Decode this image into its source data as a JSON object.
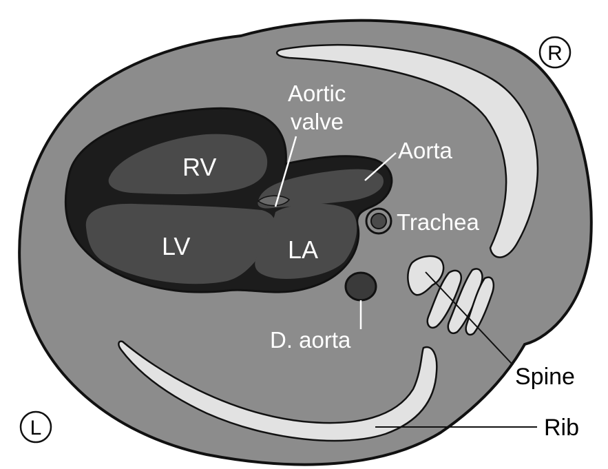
{
  "labels": {
    "rv": "RV",
    "lv": "LV",
    "la": "LA",
    "aortic_valve_line1": "Aortic",
    "aortic_valve_line2": "valve",
    "aorta": "Aorta",
    "trachea": "Trachea",
    "d_aorta": "D. aorta",
    "spine": "Spine",
    "rib": "Rib"
  },
  "orientation": {
    "right": "R",
    "left": "L"
  },
  "colors": {
    "body": "#8c8c8c",
    "outline": "#111111",
    "heart_wall": "#1c1c1c",
    "chamber": "#4a4a4a",
    "bone": "#e2e2e2",
    "label_white": "#ffffff",
    "label_black": "#000000"
  }
}
